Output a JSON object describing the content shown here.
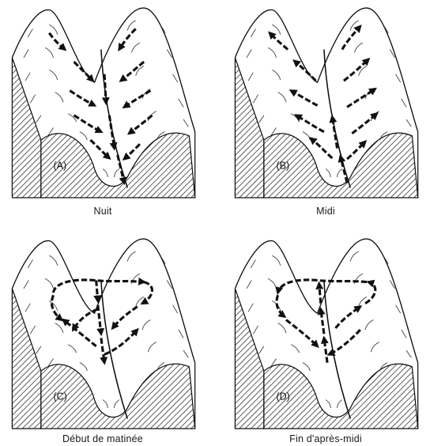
{
  "panels": [
    {
      "letter": "(A)",
      "caption": "Nuit"
    },
    {
      "letter": "(B)",
      "caption": "Midi"
    },
    {
      "letter": "(C)",
      "caption": "Début de matinée"
    },
    {
      "letter": "(D)",
      "caption": "Fin d'après-midi"
    }
  ],
  "colors": {
    "ink": "#111111",
    "background": "#ffffff"
  }
}
